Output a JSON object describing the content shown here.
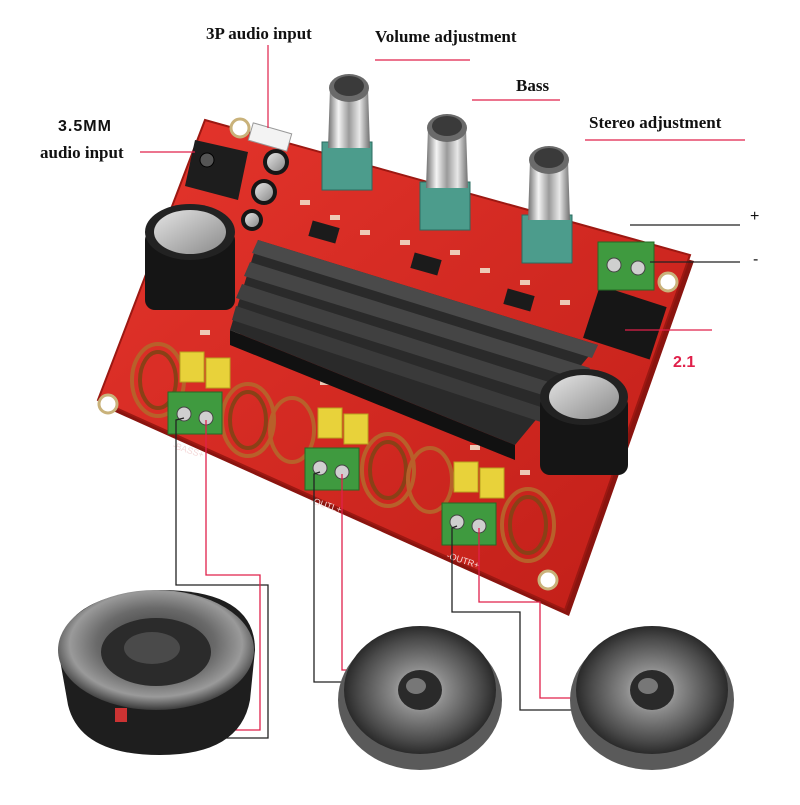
{
  "labels": {
    "input_3p": "3P audio input",
    "volume": "Volume adjustment",
    "bass": "Bass",
    "stereo": "Stereo adjustment",
    "input_35_line1": "3.5MM",
    "input_35_line2": "audio input",
    "plus": "+",
    "minus": "-",
    "mode": "2.1"
  },
  "board_silkscreen": {
    "bass_out": "-BASS+",
    "left_out": "-OUTL+",
    "right_out": "-OUTR+"
  },
  "colors": {
    "board": "#d8261f",
    "heatsink": "#1c1c1c",
    "terminal": "#3f9a3f",
    "potentiometer": "#4c9c8c",
    "capacitor_yellow": "#e8d23a",
    "coil": "#b8602a",
    "callout_line": "#e0204a",
    "wire_black": "#222222",
    "wire_red": "#e0204a",
    "mode_label": "#e0204a"
  },
  "icons": [
    "potentiometer-knob-icon",
    "speaker-icon",
    "subwoofer-icon",
    "audio-jack-icon"
  ]
}
